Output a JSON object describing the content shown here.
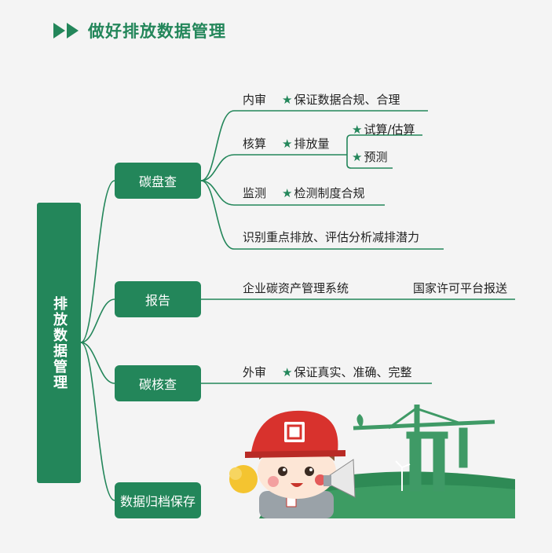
{
  "title": "做好排放数据管理",
  "root": "排放数据管理",
  "nodes": {
    "carbon_inventory": "碳盘查",
    "report": "报告",
    "carbon_verification": "碳核查",
    "archive": "数据归档保存"
  },
  "leaves": {
    "internal_audit": {
      "label": "内审",
      "detail": "保证数据合规、合理"
    },
    "accounting": {
      "label": "核算",
      "detail": "排放量",
      "subs": [
        "试算/估算",
        "预测"
      ]
    },
    "monitoring": {
      "label": "监测",
      "detail": "检测制度合规"
    },
    "identify": "识别重点排放、评估分析减排潜力",
    "report_system": "企业碳资产管理系统",
    "report_platform": "国家许可平台报送",
    "external_audit": {
      "label": "外审",
      "detail": "保证真实、准确、完整"
    }
  },
  "colors": {
    "primary": "#23865a",
    "text": "#222222",
    "background": "#f4f4f4"
  },
  "icons": {
    "star": "★"
  }
}
